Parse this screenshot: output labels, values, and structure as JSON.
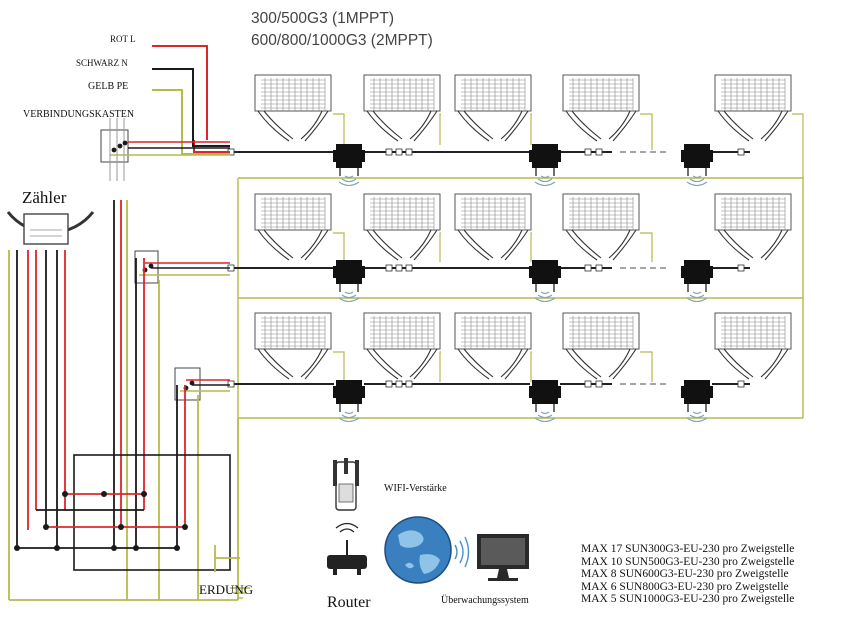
{
  "header": {
    "line1": "300/500G3 (1MPPT)",
    "line2": "600/800/1000G3 (2MPPT)"
  },
  "wires": {
    "rot": "ROT L",
    "schwarz": "SCHWARZ N",
    "gelb": "GELB PE",
    "box": "VERBINDUNGSKASTEN"
  },
  "meter_label": "Zähler",
  "ground_label": "ERDUNG",
  "wifi_extender_label": "WIFI-Verstärke",
  "router_label": "Router",
  "monitoring_label": "Überwachungssystem",
  "limits": [
    "MAX 17 SUN300G3-EU-230 pro Zweigstelle",
    "MAX 10 SUN500G3-EU-230 pro Zweigstelle",
    "MAX 8 SUN600G3-EU-230 pro Zweigstelle",
    "MAX 6 SUN800G3-EU-230 pro Zweigstelle",
    "MAX 5 SUN1000G3-EU-230 pro Zweigstelle"
  ],
  "colors": {
    "red": "#e0242b",
    "black": "#1a1a1a",
    "green": "#b4bb4a",
    "panel": "#555555"
  }
}
